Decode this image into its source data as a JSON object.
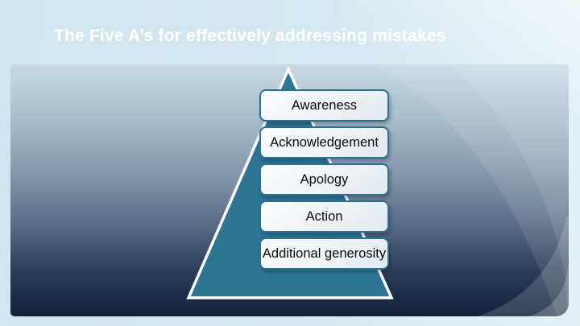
{
  "slide": {
    "title": "The Five A’s for effectively addressing mistakes"
  },
  "pyramid": {
    "levels": [
      "Awareness",
      "Acknowledgement",
      "Apology",
      "Action",
      "Additional generosity"
    ]
  },
  "colors": {
    "page_background": "#d5e8f1",
    "title_text": "#ffffff",
    "panel_top": "#c7d9e5",
    "panel_bottom": "#12223a",
    "pyramid_fill": "#2e7494",
    "pyramid_outline": "#ffffff",
    "box_fill": "#eef3f6",
    "box_border": "#2d7092",
    "box_text": "#0a0a0a"
  }
}
